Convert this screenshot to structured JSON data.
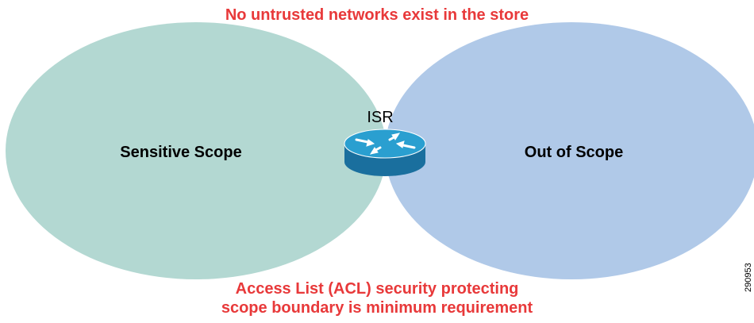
{
  "header": {
    "title": "No untrusted networks exist in the store"
  },
  "scopes": {
    "left": {
      "label": "Sensitive Scope"
    },
    "right": {
      "label": "Out of Scope"
    }
  },
  "router": {
    "label": "ISR",
    "icon": "router-icon"
  },
  "footer": {
    "line1": "Access List (ACL) security protecting",
    "line2": "scope boundary is minimum requirement"
  },
  "figure_number": "290953",
  "colors": {
    "emphasis_text": "#e8393a",
    "sensitive_scope": "#b3d8d2",
    "out_of_scope": "#b0c9e8",
    "router_top": "#2a9fd0",
    "router_body": "#1a6f9e"
  }
}
